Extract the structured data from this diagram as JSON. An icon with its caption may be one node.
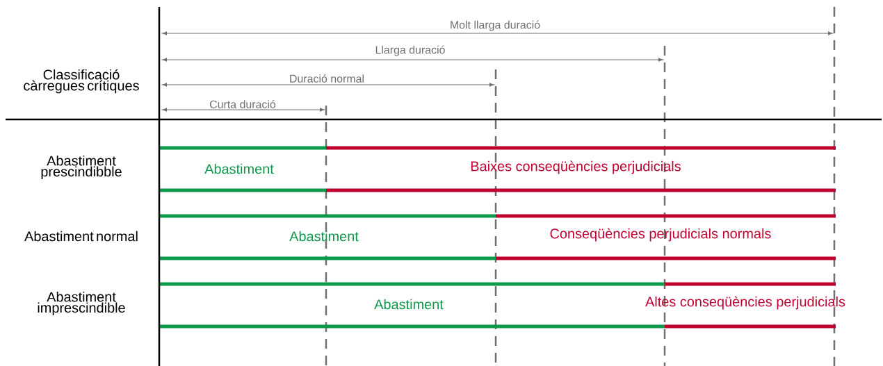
{
  "diagram": {
    "labels": [
      "Molt llarga duració",
      "Classificació càrregues crítiques",
      "Llarga duració",
      "Duració normal",
      "Curta duració",
      "Abastiment prescindibble",
      "Abastiment",
      "Baixes conseqüències perjudicials",
      "Abastiment normal",
      "Abastiment",
      "Conseqüències perjudicials normals",
      "Abastiment imprescindible",
      "Abastiment",
      "Altes conseqüències perjudicials"
    ]
  }
}
